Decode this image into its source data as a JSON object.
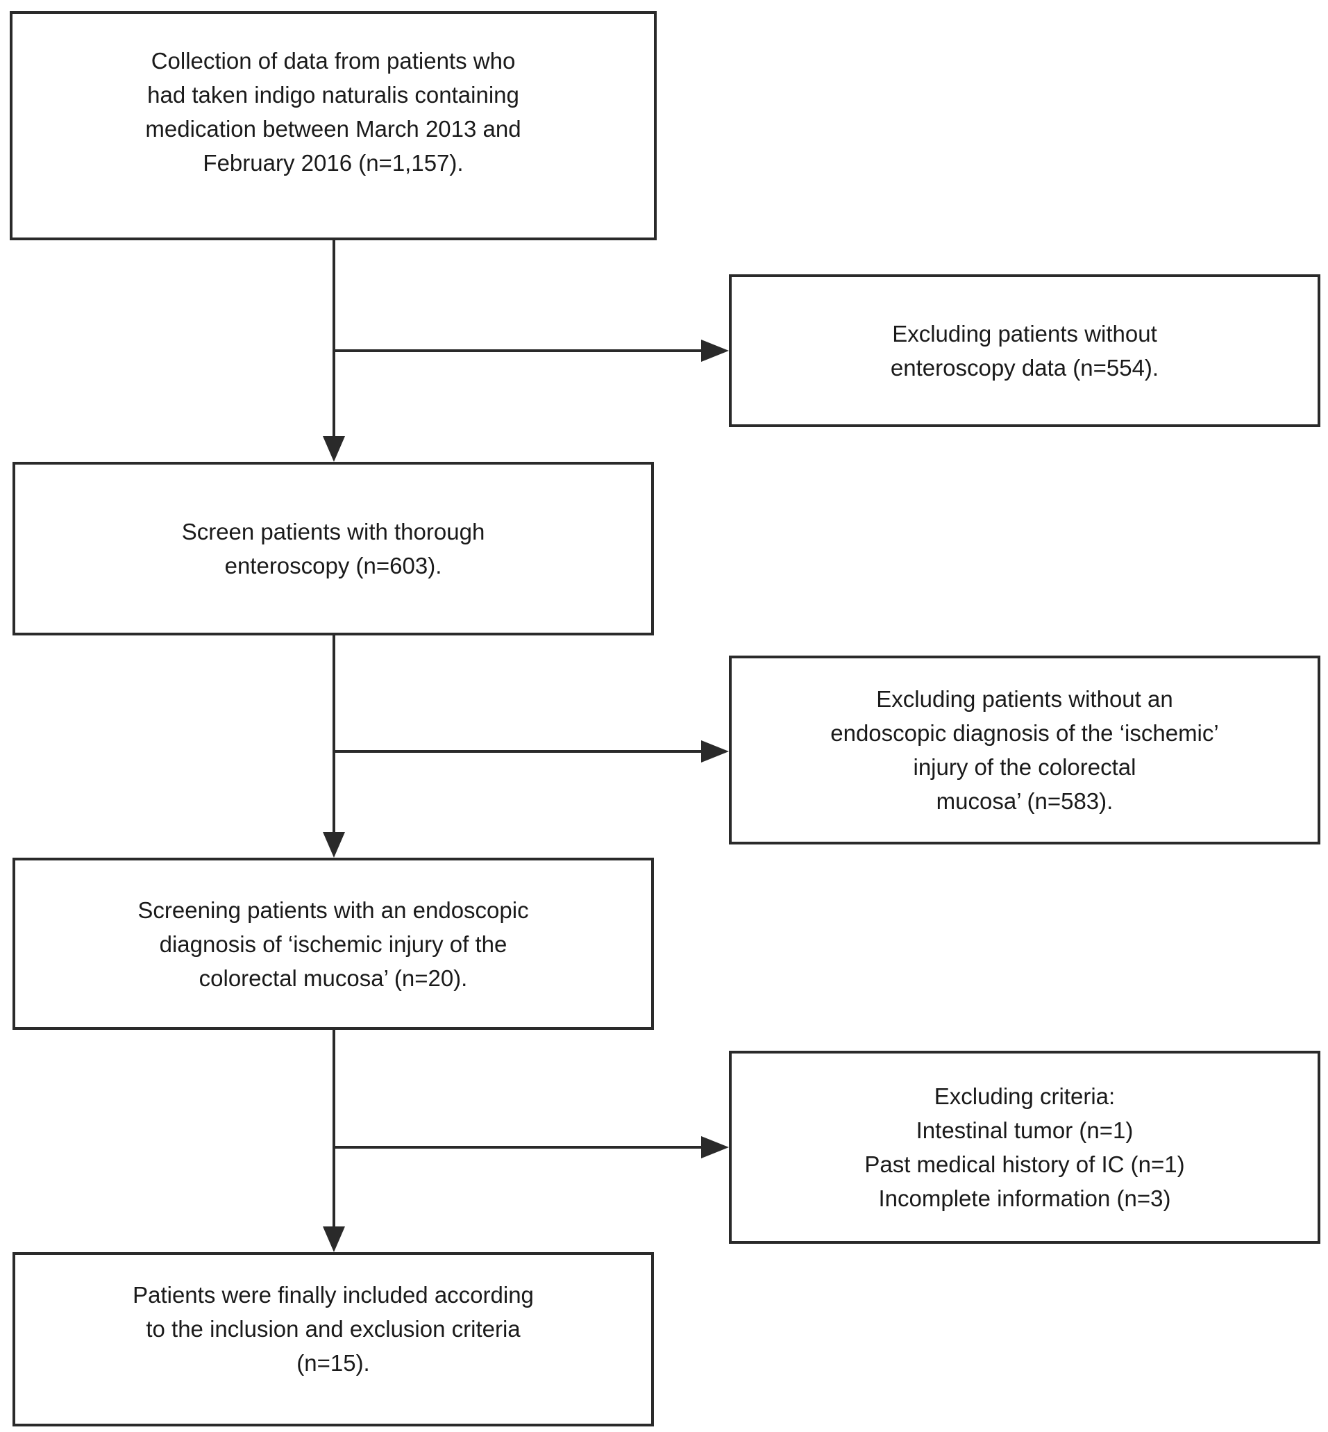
{
  "flowchart": {
    "boxes": {
      "collection": "Collection of data from patients who\nhad taken indigo naturalis containing\nmedication between March 2013 and\nFebruary 2016 (n=1,157).",
      "exclusion_1": "Excluding patients without\nenteroscopy data (n=554).",
      "screen": "Screen patients with thorough\nenteroscopy (n=603).",
      "exclusion_2": "Excluding patients without an\nendoscopic diagnosis of the ‘ischemic’\ninjury of the colorectal\nmucosa’ (n=583).",
      "screening": "Screening patients with an endoscopic\ndiagnosis of ‘ischemic injury of the\ncolorectal mucosa’ (n=20).",
      "exclusion_3": "Excluding criteria:\nIntestinal tumor (n=1)\nPast medical history of IC (n=1)\nIncomplete information (n=3)",
      "final": "Patients were finally included according\nto the inclusion and exclusion criteria\n(n=15)."
    },
    "colors": {
      "line": "#2a2a2a",
      "border": "#2a2a2a",
      "text": "#1a1a1a",
      "background": "#ffffff"
    }
  }
}
